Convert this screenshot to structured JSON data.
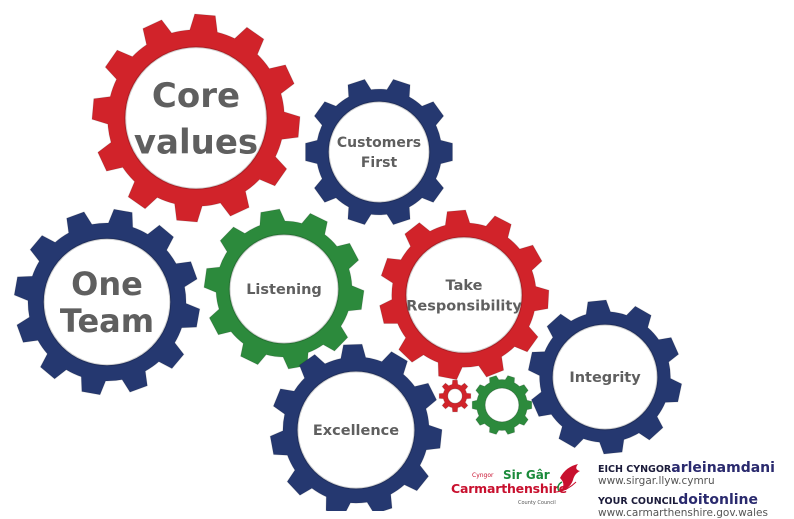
{
  "colors": {
    "navy": "#253870",
    "red": "#d1232a",
    "green": "#2c8a3c",
    "label": "#5f5f5f"
  },
  "gears": [
    {
      "id": "core-values",
      "lines": [
        "Core",
        "values"
      ],
      "color": "red"
    },
    {
      "id": "customers-first",
      "lines": [
        "Customers",
        "First"
      ],
      "color": "navy"
    },
    {
      "id": "one-team",
      "lines": [
        "One",
        "Team"
      ],
      "color": "navy"
    },
    {
      "id": "listening",
      "lines": [
        "Listening"
      ],
      "color": "green"
    },
    {
      "id": "take-responsibility",
      "lines": [
        "Take",
        "Responsibility"
      ],
      "color": "red"
    },
    {
      "id": "integrity",
      "lines": [
        "Integrity"
      ],
      "color": "navy"
    },
    {
      "id": "excellence",
      "lines": [
        "Excellence"
      ],
      "color": "navy"
    },
    {
      "id": "small-red",
      "lines": [],
      "color": "red"
    },
    {
      "id": "small-green",
      "lines": [],
      "color": "green"
    }
  ],
  "logo": {
    "cyngor": "Cyngor",
    "sir_gar": "Sir Gâr",
    "carmarthenshire": "Carmarthenshire",
    "county_council": "County Council"
  },
  "web": {
    "welsh_prefix": "EICH CYNGOR",
    "welsh_brand": "arleinamdani",
    "welsh_url": "www.sirgar.llyw.cymru",
    "english_prefix": "YOUR COUNCIL",
    "english_brand": "doitonline",
    "english_url": "www.carmarthenshire.gov.wales"
  }
}
